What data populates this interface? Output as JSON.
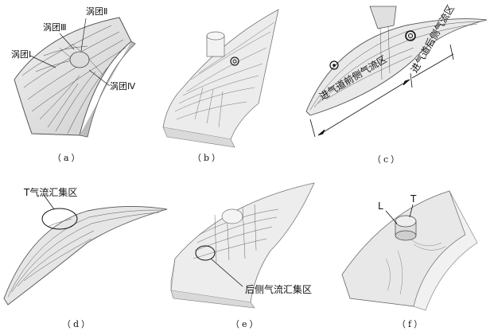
{
  "panels": {
    "a": {
      "caption": "（a）",
      "labels": {
        "vortex3": "涡团Ⅲ",
        "vortex2": "涡团Ⅱ",
        "vortex1": "涡团Ⅰ",
        "vortex4": "涡团Ⅳ"
      }
    },
    "b": {
      "caption": "（b）"
    },
    "c": {
      "caption": "（c）",
      "labels": {
        "region_front": "进气道前侧气流区",
        "region_rear": "进气道后侧气流区"
      }
    },
    "d": {
      "caption": "（d）",
      "labels": {
        "t_gather": "T气流汇集区"
      }
    },
    "e": {
      "caption": "（e）",
      "labels": {
        "rear_gather": "后侧气流汇集区"
      }
    },
    "f": {
      "caption": "（f）",
      "labels": {
        "L": "L",
        "T": "T"
      }
    }
  },
  "colors": {
    "surface": "#e4e4e4",
    "edge": "#555555",
    "stream": "#444444"
  }
}
